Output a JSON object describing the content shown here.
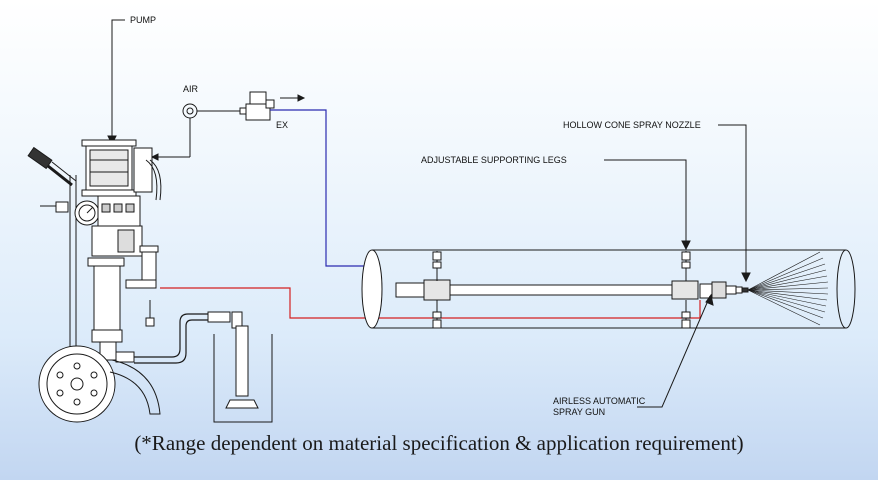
{
  "labels": {
    "pump": "PUMP",
    "air": "AIR",
    "ex": "EX",
    "nozzle": "HOLLOW CONE SPRAY NOZZLE",
    "legs": "ADJUSTABLE SUPPORTING LEGS",
    "gun_line1": "AIRLESS AUTOMATIC",
    "gun_line2": "SPRAY GUN"
  },
  "caption": "(*Range dependent on material specification & application requirement)",
  "colors": {
    "air_line": "#2b2bb0",
    "material_line": "#d42020",
    "outline": "#1a1a1a"
  }
}
